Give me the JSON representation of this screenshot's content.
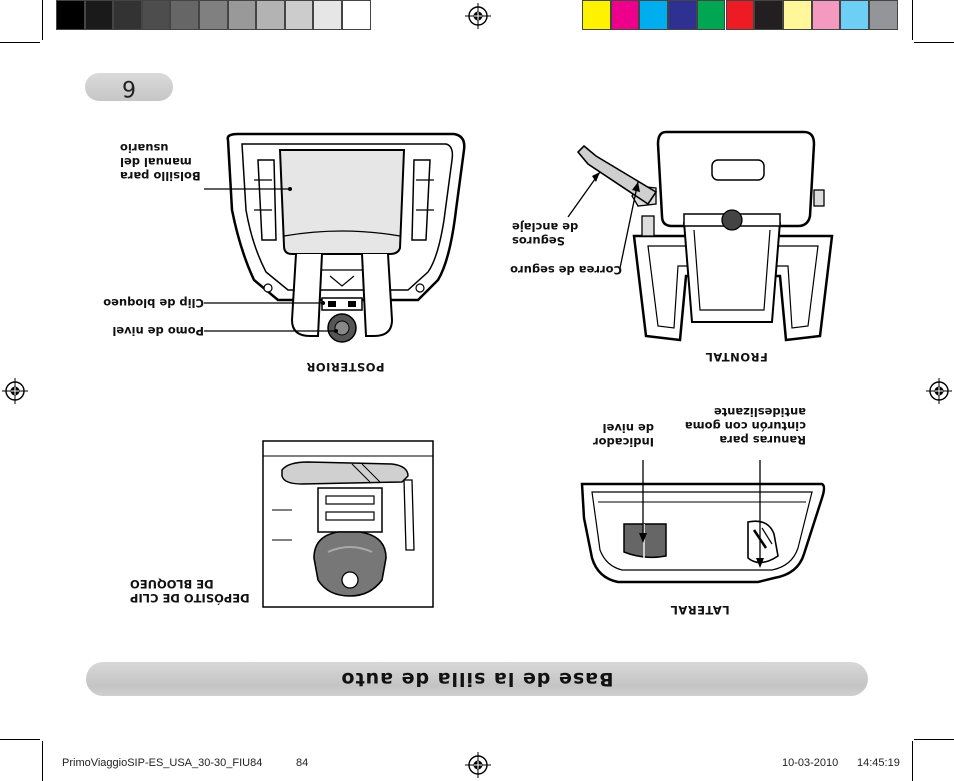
{
  "page": {
    "number": "6",
    "title": "Base de la silla de auto"
  },
  "sections": {
    "posterior": {
      "title": "POSTERIOR",
      "callouts": {
        "pocket": [
          "Bolsillo para",
          "manual del",
          "usuario"
        ],
        "lock_clip": [
          "Clip de bloqueo"
        ],
        "level_knob": [
          "Pomo de nivel"
        ]
      }
    },
    "frontal": {
      "title": "FRONTAL",
      "callouts": {
        "anchor_latches": [
          "Seguros",
          "de anclaje"
        ],
        "safety_strap": [
          "Correa de seguro"
        ]
      }
    },
    "lateral": {
      "title": "LATERAL",
      "callouts": {
        "belt_slots": [
          "Ranuras para",
          "cinturón con goma",
          "antideslizante"
        ],
        "level_indicator": [
          "Indicador",
          "de nivel"
        ]
      }
    },
    "clip_storage": {
      "title": [
        "DEPÓSITO DE CLIP",
        "DE BLOQUEO"
      ]
    }
  },
  "footer": {
    "file": "PrimoViaggioSIP-ES_USA_30-30_FIU84",
    "page_ref": "84",
    "date": "10-03-2010",
    "time": "14:45:19"
  },
  "colors": {
    "grayscale_swatches": [
      "#000000",
      "#1a1a1a",
      "#333333",
      "#4d4d4d",
      "#666666",
      "#808080",
      "#999999",
      "#b3b3b3",
      "#cccccc",
      "#e6e6e6",
      "#ffffff"
    ],
    "color_swatches": [
      "#fff200",
      "#ec008c",
      "#00aeef",
      "#2e3192",
      "#00a651",
      "#ed1c24",
      "#231f20",
      "#fff799",
      "#f49ac1",
      "#6dcff6",
      "#939598"
    ],
    "pill_gray": "#c8c8c8"
  },
  "icons": {
    "registration_mark": "crosshair-target-icon"
  }
}
